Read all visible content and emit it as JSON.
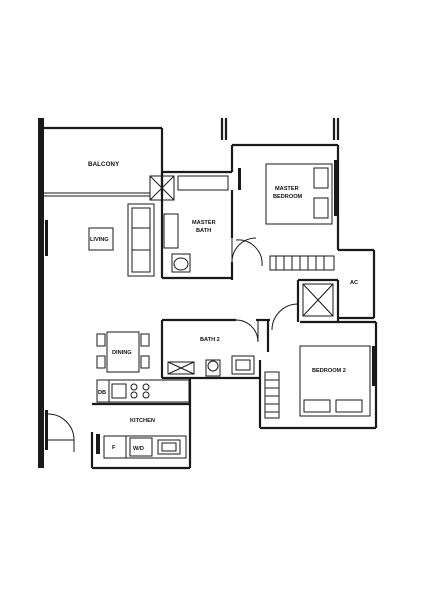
{
  "rooms": {
    "balcony": "BALCONY",
    "master_bedroom_line1": "MASTER",
    "master_bedroom_line2": "BEDROOM",
    "master_bath_line1": "MASTER",
    "master_bath_line2": "BATH",
    "living": "LIVING",
    "ac": "AC",
    "dining": "DINING",
    "bath2": "BATH 2",
    "bedroom2": "BEDROOM 2",
    "kitchen": "KITCHEN"
  },
  "fixtures": {
    "db": "DB",
    "fridge": "F",
    "washer_dryer": "W/D"
  }
}
